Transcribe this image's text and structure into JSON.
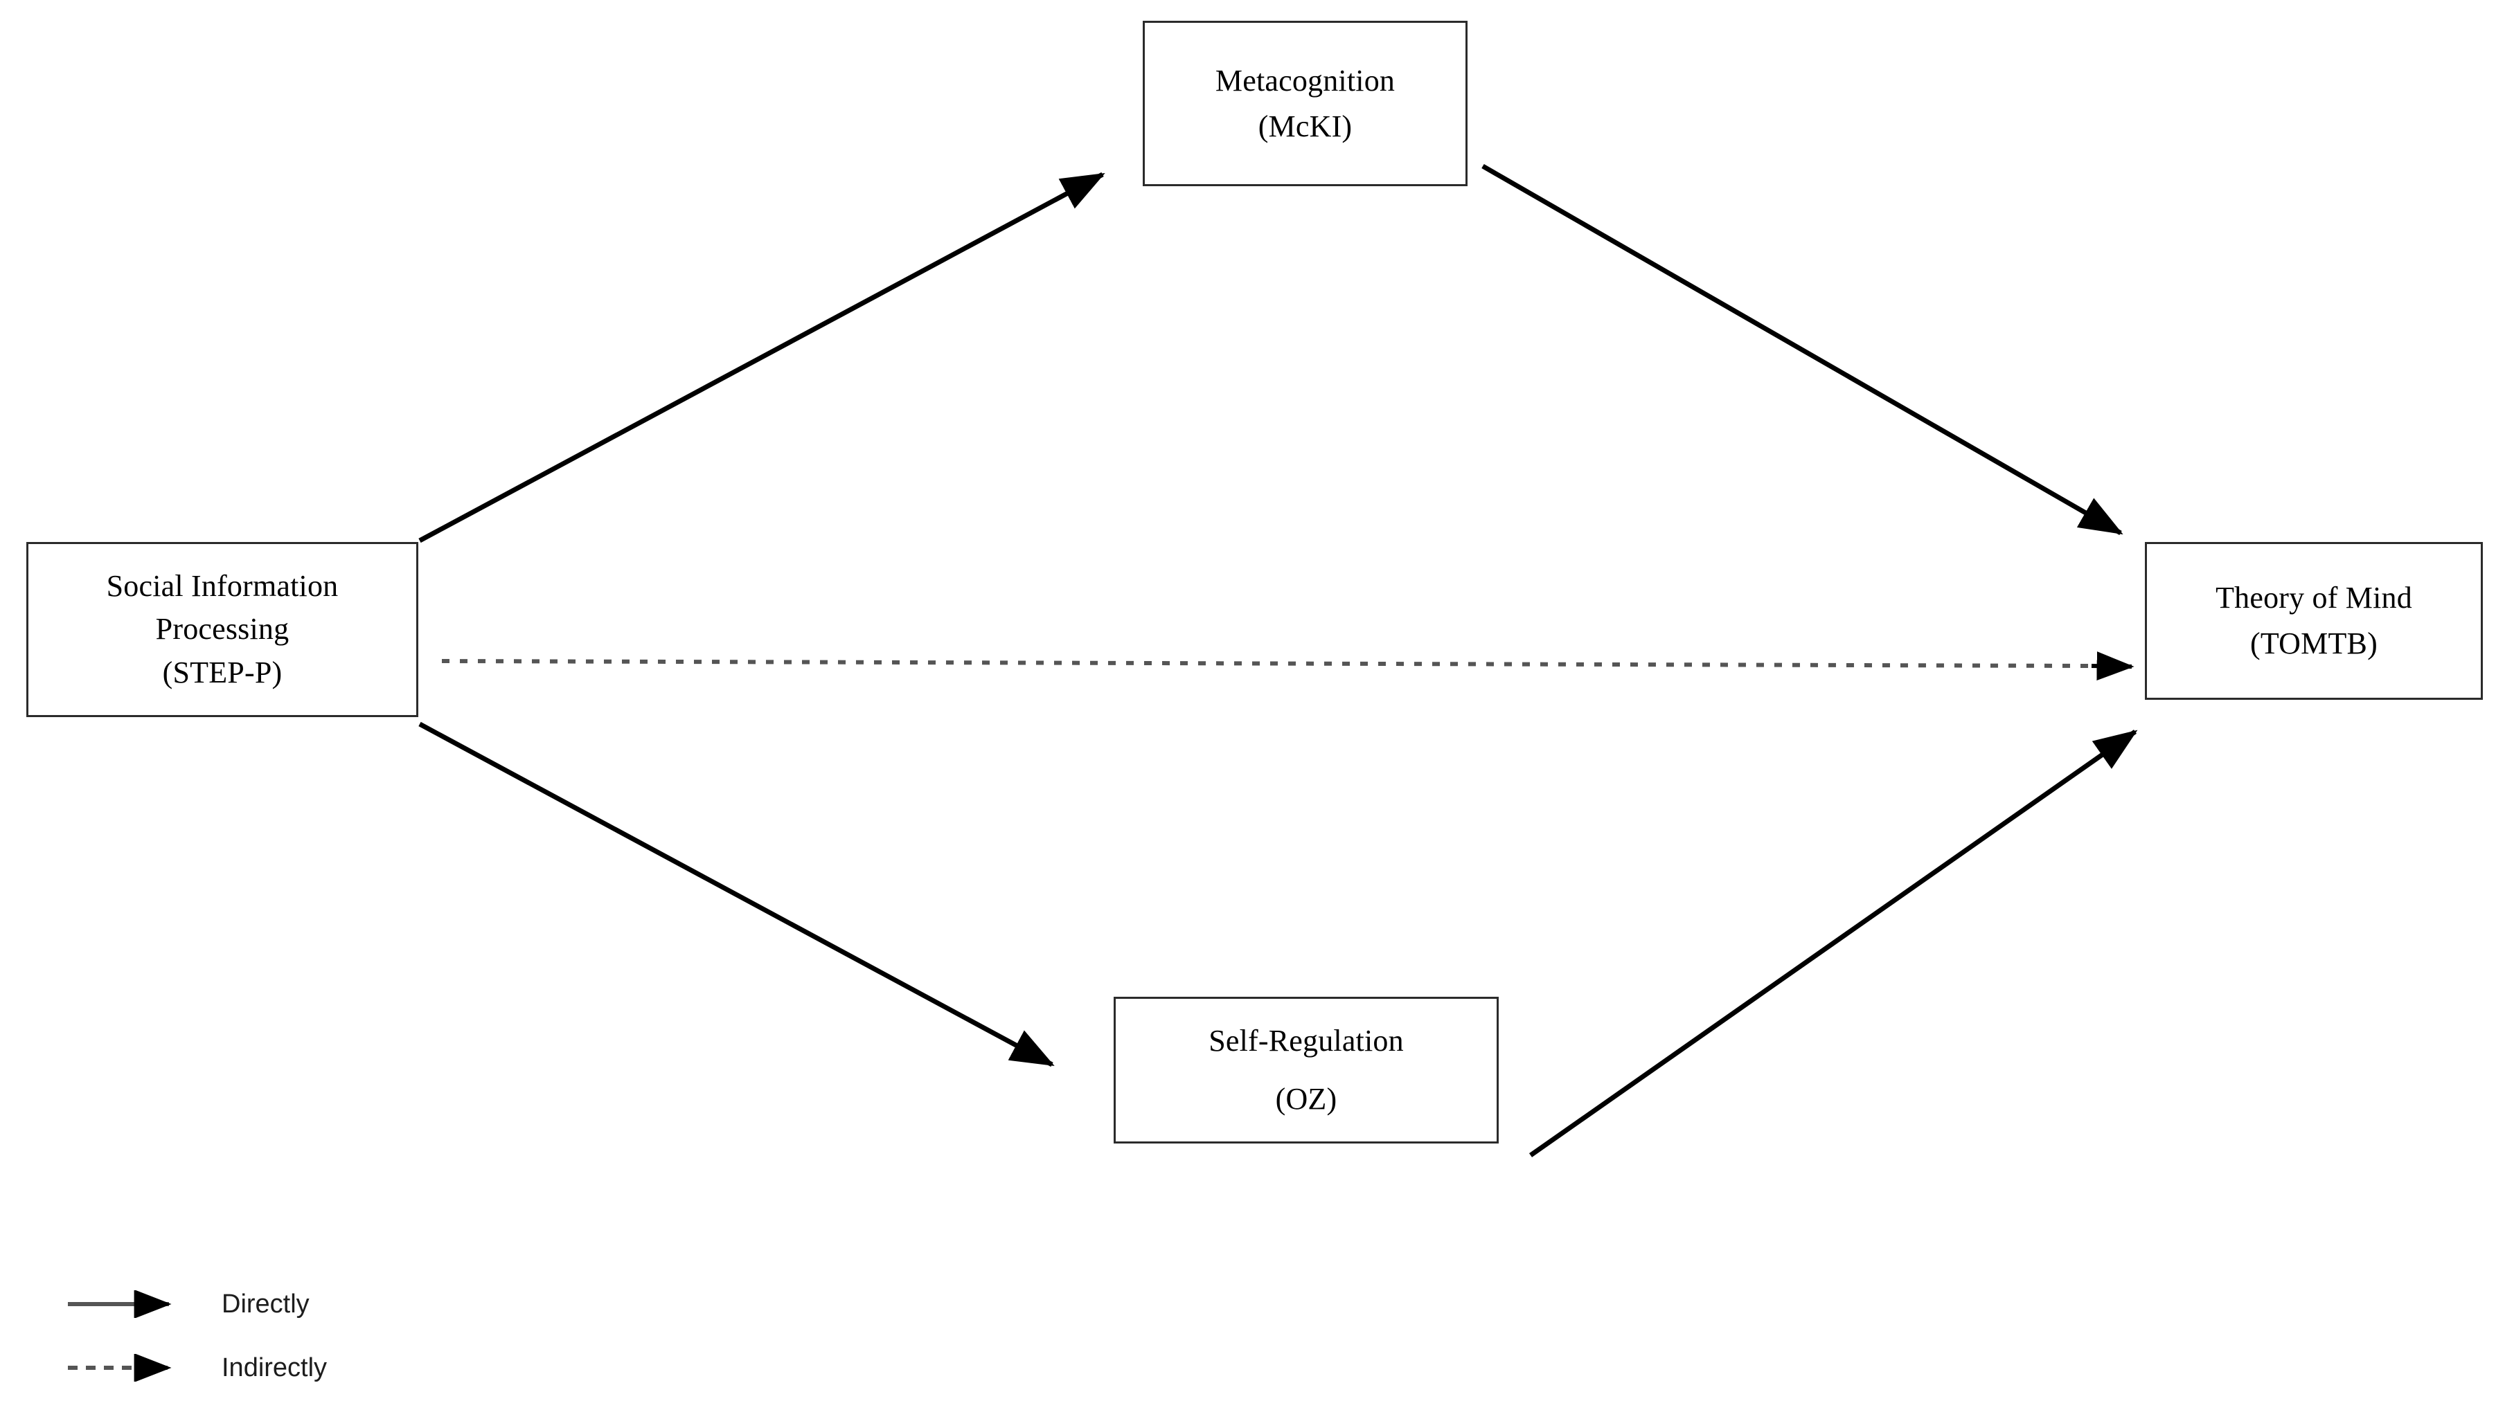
{
  "figure": {
    "type": "path-model-diagram",
    "background_color": "#ffffff",
    "stroke_color": "#000000",
    "box_border_color": "#2b2b2b"
  },
  "nodes": {
    "social_information_processing": {
      "line1": "Social Information",
      "line2": "Processing",
      "line3": "(STEP-P)"
    },
    "metacognition": {
      "line1": "Metacognition",
      "line2": "(McKI)"
    },
    "self_regulation": {
      "line1": "Self-Regulation",
      "line2": "(OZ)"
    },
    "theory_of_mind": {
      "line1": "Theory of Mind",
      "line2": "(TOMTB)"
    }
  },
  "legend": {
    "items": [
      {
        "label": "Directly",
        "style": "solid",
        "icon": "solid-arrow-icon"
      },
      {
        "label": "Indirectly",
        "style": "dashed",
        "icon": "dashed-arrow-icon"
      }
    ]
  },
  "edges": [
    {
      "id": "sip-to-metacognition",
      "from": "Social Information Processing (STEP-P)",
      "to": "Metacognition (McKI)",
      "style": "solid",
      "relation": "Directly"
    },
    {
      "id": "metacognition-to-tom",
      "from": "Metacognition (McKI)",
      "to": "Theory of Mind (TOMTB)",
      "style": "solid",
      "relation": "Directly"
    },
    {
      "id": "sip-to-selfregulation",
      "from": "Social Information Processing (STEP-P)",
      "to": "Self-Regulation (OZ)",
      "style": "solid",
      "relation": "Directly"
    },
    {
      "id": "selfregulation-to-tom",
      "from": "Self-Regulation (OZ)",
      "to": "Theory of Mind (TOMTB)",
      "style": "solid",
      "relation": "Directly"
    },
    {
      "id": "sip-to-tom-indirect",
      "from": "Social Information Processing (STEP-P)",
      "to": "Theory of Mind (TOMTB)",
      "style": "dashed",
      "relation": "Indirectly"
    }
  ]
}
